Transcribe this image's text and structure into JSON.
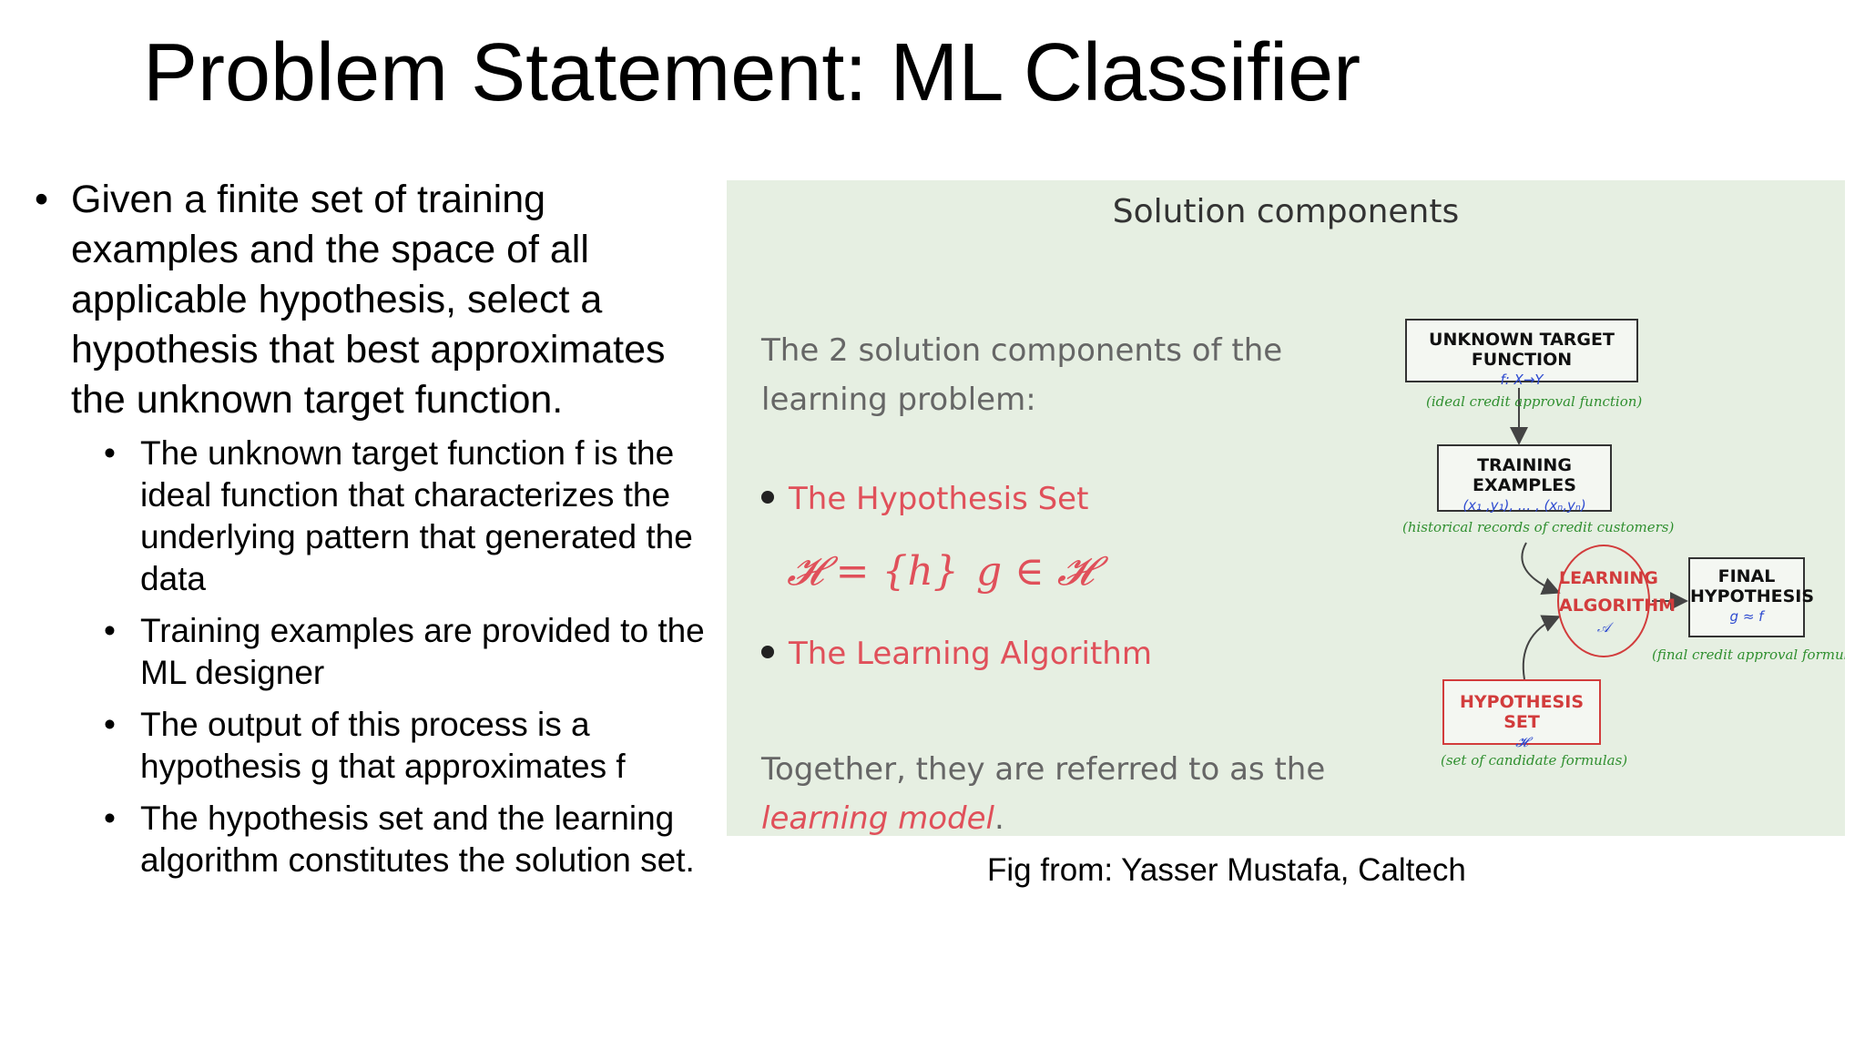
{
  "title": "Problem Statement: ML Classifier",
  "main_bullet": "Given a finite set of training examples and the space of all applicable hypothesis, select a hypothesis that best approximates the unknown target function.",
  "sub_bullets": [
    "The unknown target function f is the ideal function that characterizes the underlying pattern that generated the data",
    "Training examples are provided to the ML designer",
    "The output of this process is a hypothesis g that approximates f",
    "The hypothesis set and the learning algorithm constitutes the solution set."
  ],
  "bullet_char": "•",
  "figure": {
    "title": "Solution components",
    "intro": "The 2 solution components of the learning problem:",
    "item1": "The Hypothesis Set",
    "math1": "𝓗 = {h}",
    "math2": "g ∈ 𝓗",
    "item2": "The Learning Algorithm",
    "outro_plain": "Together, they are referred to as the ",
    "outro_red": "learning model",
    "outro_end": ".",
    "diagram": {
      "target": {
        "title": "UNKNOWN TARGET FUNCTION",
        "sub": "f: X→Y",
        "note": "(ideal credit approval function)"
      },
      "training": {
        "title": "TRAINING EXAMPLES",
        "sub": "(x₁ ,y₁), ... , (xₙ,yₙ)",
        "note": "(historical records of credit customers)"
      },
      "learning": {
        "line1": "LEARNING",
        "line2": "ALGORITHM",
        "sub": "𝒜"
      },
      "final": {
        "line1": "FINAL",
        "line2": "HYPOTHESIS",
        "sub": "g ≈ f",
        "note": "(final credit approval formula)"
      },
      "hypothesis": {
        "title": "HYPOTHESIS SET",
        "sub": "𝓗",
        "note": "(set of candidate formulas)"
      }
    }
  },
  "caption": "Fig from: Yasser Mustafa, Caltech",
  "colors": {
    "figure_bg": "#e6efe2",
    "accent_red": "#e0505a",
    "note_green": "#2f8f2f",
    "sub_blue": "#2e4bd0"
  }
}
